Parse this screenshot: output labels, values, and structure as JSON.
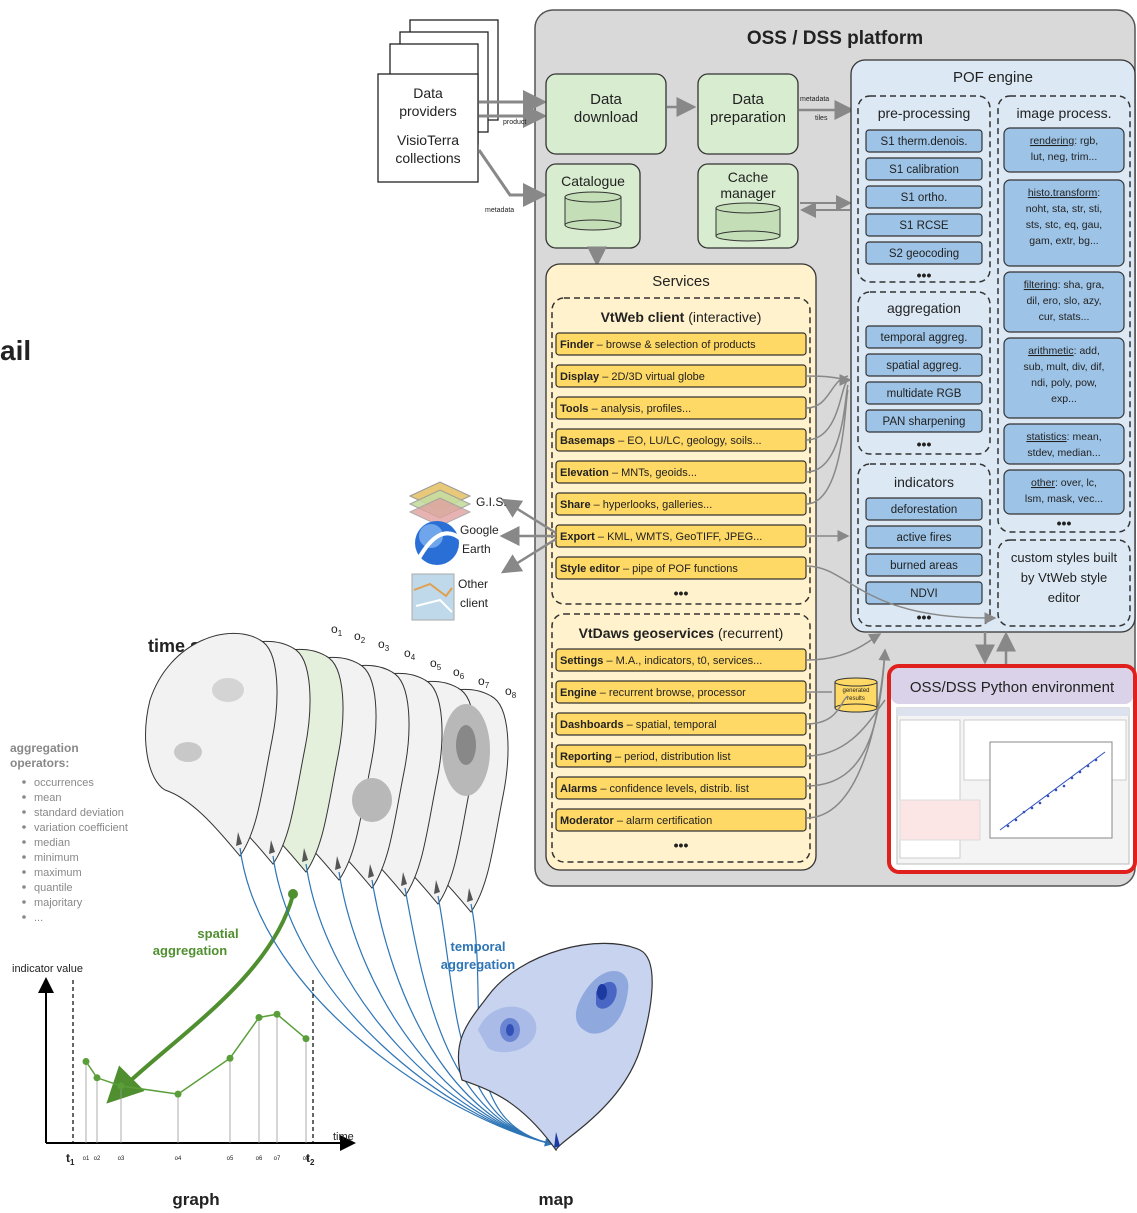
{
  "fragment": {
    "left_title": "ail"
  },
  "platform": {
    "title": "OSS / DSS platform"
  },
  "providers": {
    "line1": "Data",
    "line2": "providers",
    "line3": "VisioTerra",
    "line4": "collections"
  },
  "arrows": {
    "product": "product",
    "metadata": "metadata",
    "metadata_tiles_1": "metadata",
    "metadata_tiles_2": "tiles"
  },
  "download": {
    "line1": "Data",
    "line2": "download"
  },
  "preparation": {
    "line1": "Data",
    "line2": "preparation"
  },
  "catalogue": {
    "label": "Catalogue"
  },
  "cache": {
    "line1": "Cache",
    "line2": "manager"
  },
  "pof": {
    "title": "POF engine",
    "preprocessing": {
      "title": "pre-processing",
      "items": [
        "S1 therm.denois.",
        "S1 calibration",
        "S1 ortho.",
        "S1 RCSE",
        "S2 geocoding"
      ],
      "more": "•••"
    },
    "aggregation": {
      "title": "aggregation",
      "items": [
        "temporal aggreg.",
        "spatial aggreg.",
        "multidate RGB",
        "PAN sharpening"
      ],
      "more": "•••"
    },
    "indicators": {
      "title": "indicators",
      "items": [
        "deforestation",
        "active fires",
        "burned areas",
        "NDVI"
      ],
      "more": "•••"
    },
    "image_process": {
      "title": "image process.",
      "blocks": [
        {
          "key": "rendering",
          "lines": [
            ": rgb,",
            "lut, neg, trim..."
          ]
        },
        {
          "key": "histo.transform",
          "lines": [
            ":",
            "noht, sta, str, sti,",
            "sts, stc, eq, gau,",
            "gam, extr, bg..."
          ]
        },
        {
          "key": "filtering",
          "lines": [
            ": sha, gra,",
            "dil, ero, slo, azy,",
            "cur, stats..."
          ]
        },
        {
          "key": "arithmetic",
          "lines": [
            ": add,",
            "sub, mult, div, dif,",
            "ndi, poly, pow,",
            "exp..."
          ]
        },
        {
          "key": "statistics",
          "lines": [
            ": mean,",
            "stdev, median..."
          ]
        },
        {
          "key": "other",
          "lines": [
            ": over, lc,",
            "lsm, mask, vec..."
          ]
        }
      ],
      "more": "•••"
    },
    "custom_styles": {
      "line1": "custom styles built",
      "line2": "by VtWeb style",
      "line3": "editor"
    }
  },
  "services": {
    "title": "Services",
    "vtweb": {
      "title_bold": "VtWeb client",
      "title_rest": " (interactive)",
      "items": [
        {
          "key": "Finder",
          "desc": " – browse & selection of products"
        },
        {
          "key": "Display",
          "desc": " – 2D/3D virtual globe"
        },
        {
          "key": "Tools",
          "desc": " – analysis, profiles..."
        },
        {
          "key": "Basemaps",
          "desc": " – EO, LU/LC, geology, soils..."
        },
        {
          "key": "Elevation",
          "desc": " – MNTs, geoids..."
        },
        {
          "key": "Share",
          "desc": " – hyperlooks, galleries..."
        },
        {
          "key": "Export",
          "desc": " – KML, WMTS, GeoTIFF, JPEG..."
        },
        {
          "key": "Style editor",
          "desc": " – pipe of POF functions"
        }
      ],
      "more": "•••"
    },
    "vtdaws": {
      "title_bold": "VtDaws geoservices",
      "title_rest": " (recurrent)",
      "items": [
        {
          "key": "Settings",
          "desc": " – M.A., indicators, t0, services..."
        },
        {
          "key": "Engine",
          "desc": " – recurrent browse, processor"
        },
        {
          "key": "Dashboards",
          "desc": " – spatial, temporal"
        },
        {
          "key": "Reporting",
          "desc": " – period, distribution list"
        },
        {
          "key": "Alarms",
          "desc": " – confidence levels, distrib. list"
        },
        {
          "key": "Moderator",
          "desc": " – alarm certification"
        }
      ],
      "more": "•••"
    },
    "generated_results": {
      "line1": "generated",
      "line2": "results"
    }
  },
  "clients": {
    "gis": "G.I.S.",
    "google_line1": "Google",
    "google_line2": "Earth",
    "other_line1": "Other",
    "other_line2": "client"
  },
  "python_env": {
    "title": "OSS/DSS Python environment"
  },
  "time_series": {
    "title": "time series",
    "labels": [
      "o",
      "o",
      "o",
      "o",
      "o",
      "o",
      "o",
      "o"
    ],
    "subs": [
      "1",
      "2",
      "3",
      "4",
      "5",
      "6",
      "7",
      "8"
    ]
  },
  "aggregation_ops": {
    "title_line1": "aggregation",
    "title_line2": "operators:",
    "items": [
      "occurrences",
      "mean",
      "standard deviation",
      "variation coefficient",
      "median",
      "minimum",
      "maximum",
      "quantile",
      "majoritary",
      "..."
    ]
  },
  "spatial_agg": {
    "line1": "spatial",
    "line2": "aggregation"
  },
  "temporal_agg": {
    "line1": "temporal",
    "line2": "aggregation"
  },
  "graph": {
    "title": "graph",
    "ylabel": "indicator value",
    "xlabel": "time",
    "t1": "t",
    "t1_sub": "1",
    "t2": "t",
    "t2_sub": "2"
  },
  "map": {
    "title": "map"
  },
  "chart_data": {
    "type": "line",
    "x": [
      "o1",
      "o2",
      "o3",
      "o4",
      "o5",
      "o6",
      "o7",
      "o8"
    ],
    "values": [
      0.5,
      0.4,
      0.35,
      0.3,
      0.52,
      0.77,
      0.79,
      0.64
    ],
    "ylabel": "indicator value",
    "xlabel": "time",
    "grid": false,
    "color": "#5a9e3a"
  },
  "colors": {
    "platform_bg": "#d9d9d9",
    "green_box": "#d8ecd0",
    "pof_bg": "#dce9f5",
    "blue_item": "#9dc3e6",
    "services_bg": "#fff2cc",
    "yellow_item": "#ffd966",
    "python_border": "#e0201c",
    "python_title_bg": "#d9d2e9",
    "spatial_green": "#4f8f2f",
    "temporal_blue": "#2e75b6"
  }
}
